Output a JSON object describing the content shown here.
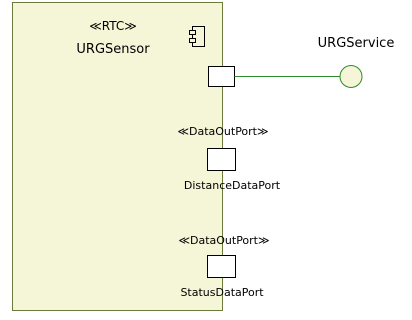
{
  "component": {
    "stereotype": "≪RTC≫",
    "name": "URGSensor",
    "fill_color": "#f5f5d8",
    "stroke_color": "#6b7b3a"
  },
  "service": {
    "name": "URGService",
    "icon": "provided-interface-lollipop"
  },
  "ports": [
    {
      "stereotype": "≪DataOutPort≫",
      "name": "DistanceDataPort"
    },
    {
      "stereotype": "≪DataOutPort≫",
      "name": "StatusDataPort"
    }
  ],
  "connector_color": "#2e8b2e"
}
